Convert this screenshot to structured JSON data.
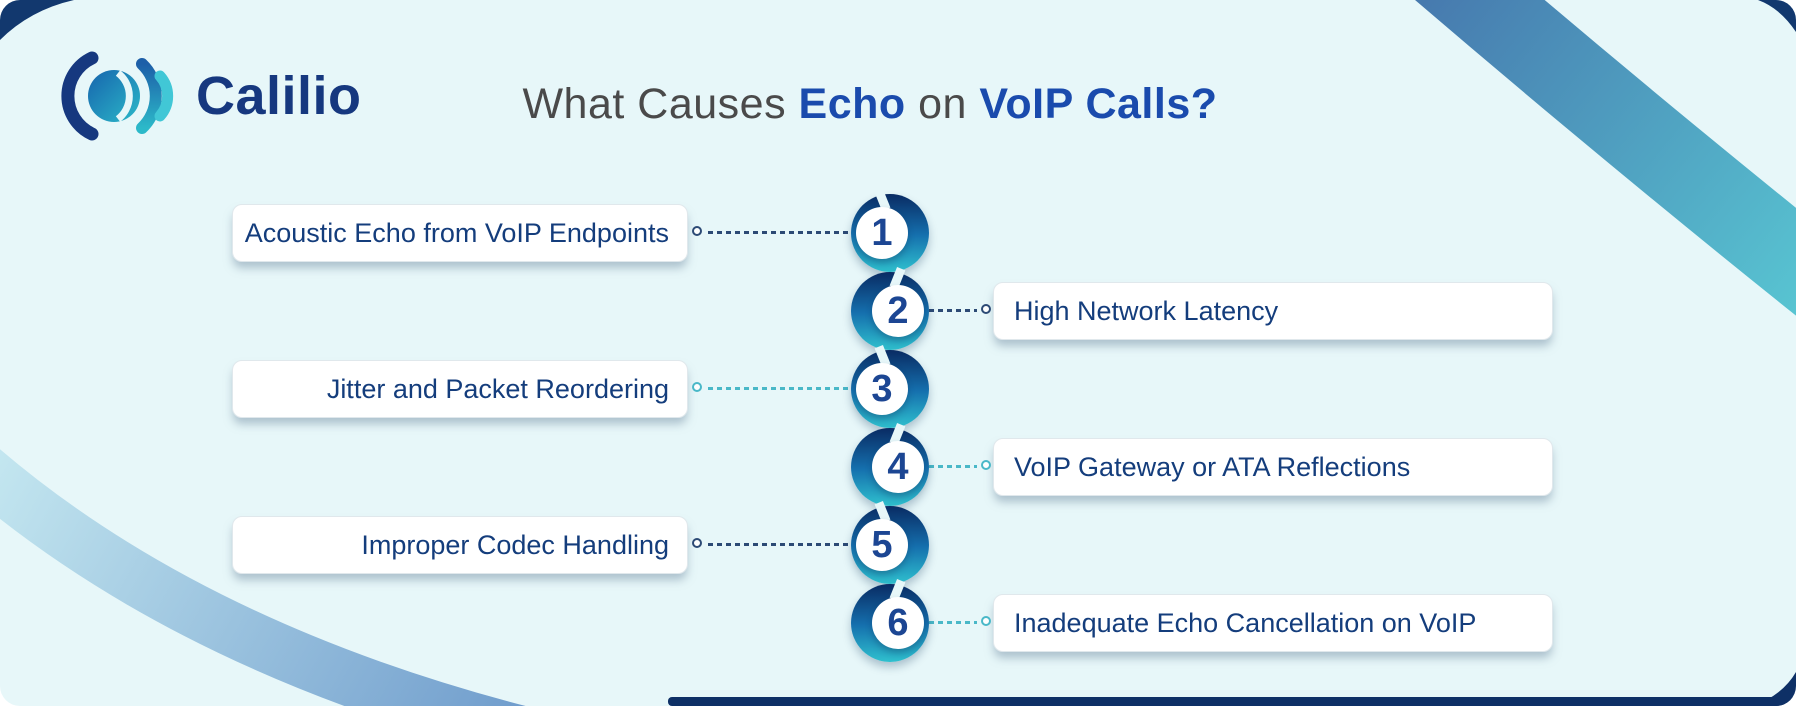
{
  "brand": {
    "name": "Calilio"
  },
  "title": {
    "full_text": "What Causes Echo on VoIP Calls?",
    "parts": [
      {
        "text": "What Causes ",
        "bold": false
      },
      {
        "text": "Echo",
        "bold": true
      },
      {
        "text": " on ",
        "bold": false
      },
      {
        "text": "VoIP Calls?",
        "bold": true
      }
    ]
  },
  "items": [
    {
      "number": "1",
      "label": "Acoustic Echo from VoIP Endpoints",
      "side": "left",
      "connector_color": "#2c4a75"
    },
    {
      "number": "2",
      "label": "High Network Latency",
      "side": "right",
      "connector_color": "#2c4a75"
    },
    {
      "number": "3",
      "label": "Jitter and Packet Reordering",
      "side": "left",
      "connector_color": "#49b8c8"
    },
    {
      "number": "4",
      "label": "VoIP Gateway or ATA Reflections",
      "side": "right",
      "connector_color": "#49b8c8"
    },
    {
      "number": "5",
      "label": "Improper Codec Handling",
      "side": "left",
      "connector_color": "#2c4a75"
    },
    {
      "number": "6",
      "label": "Inadequate Echo Cancellation on VoIP",
      "side": "right",
      "connector_color": "#49b8c8"
    }
  ],
  "colors": {
    "background": "#e7f7f9",
    "brand_navy": "#16387f",
    "title_gray": "#4a4a4a",
    "title_blue": "#1a4bad",
    "label_text": "#143d7c",
    "badge_gradient_top": "#092b63",
    "badge_gradient_bottom": "#2fc0ce",
    "deco_steel_blue": "#4677ad",
    "deco_teal": "#58c5d2",
    "bottom_bar_navy": "#0e3066"
  }
}
